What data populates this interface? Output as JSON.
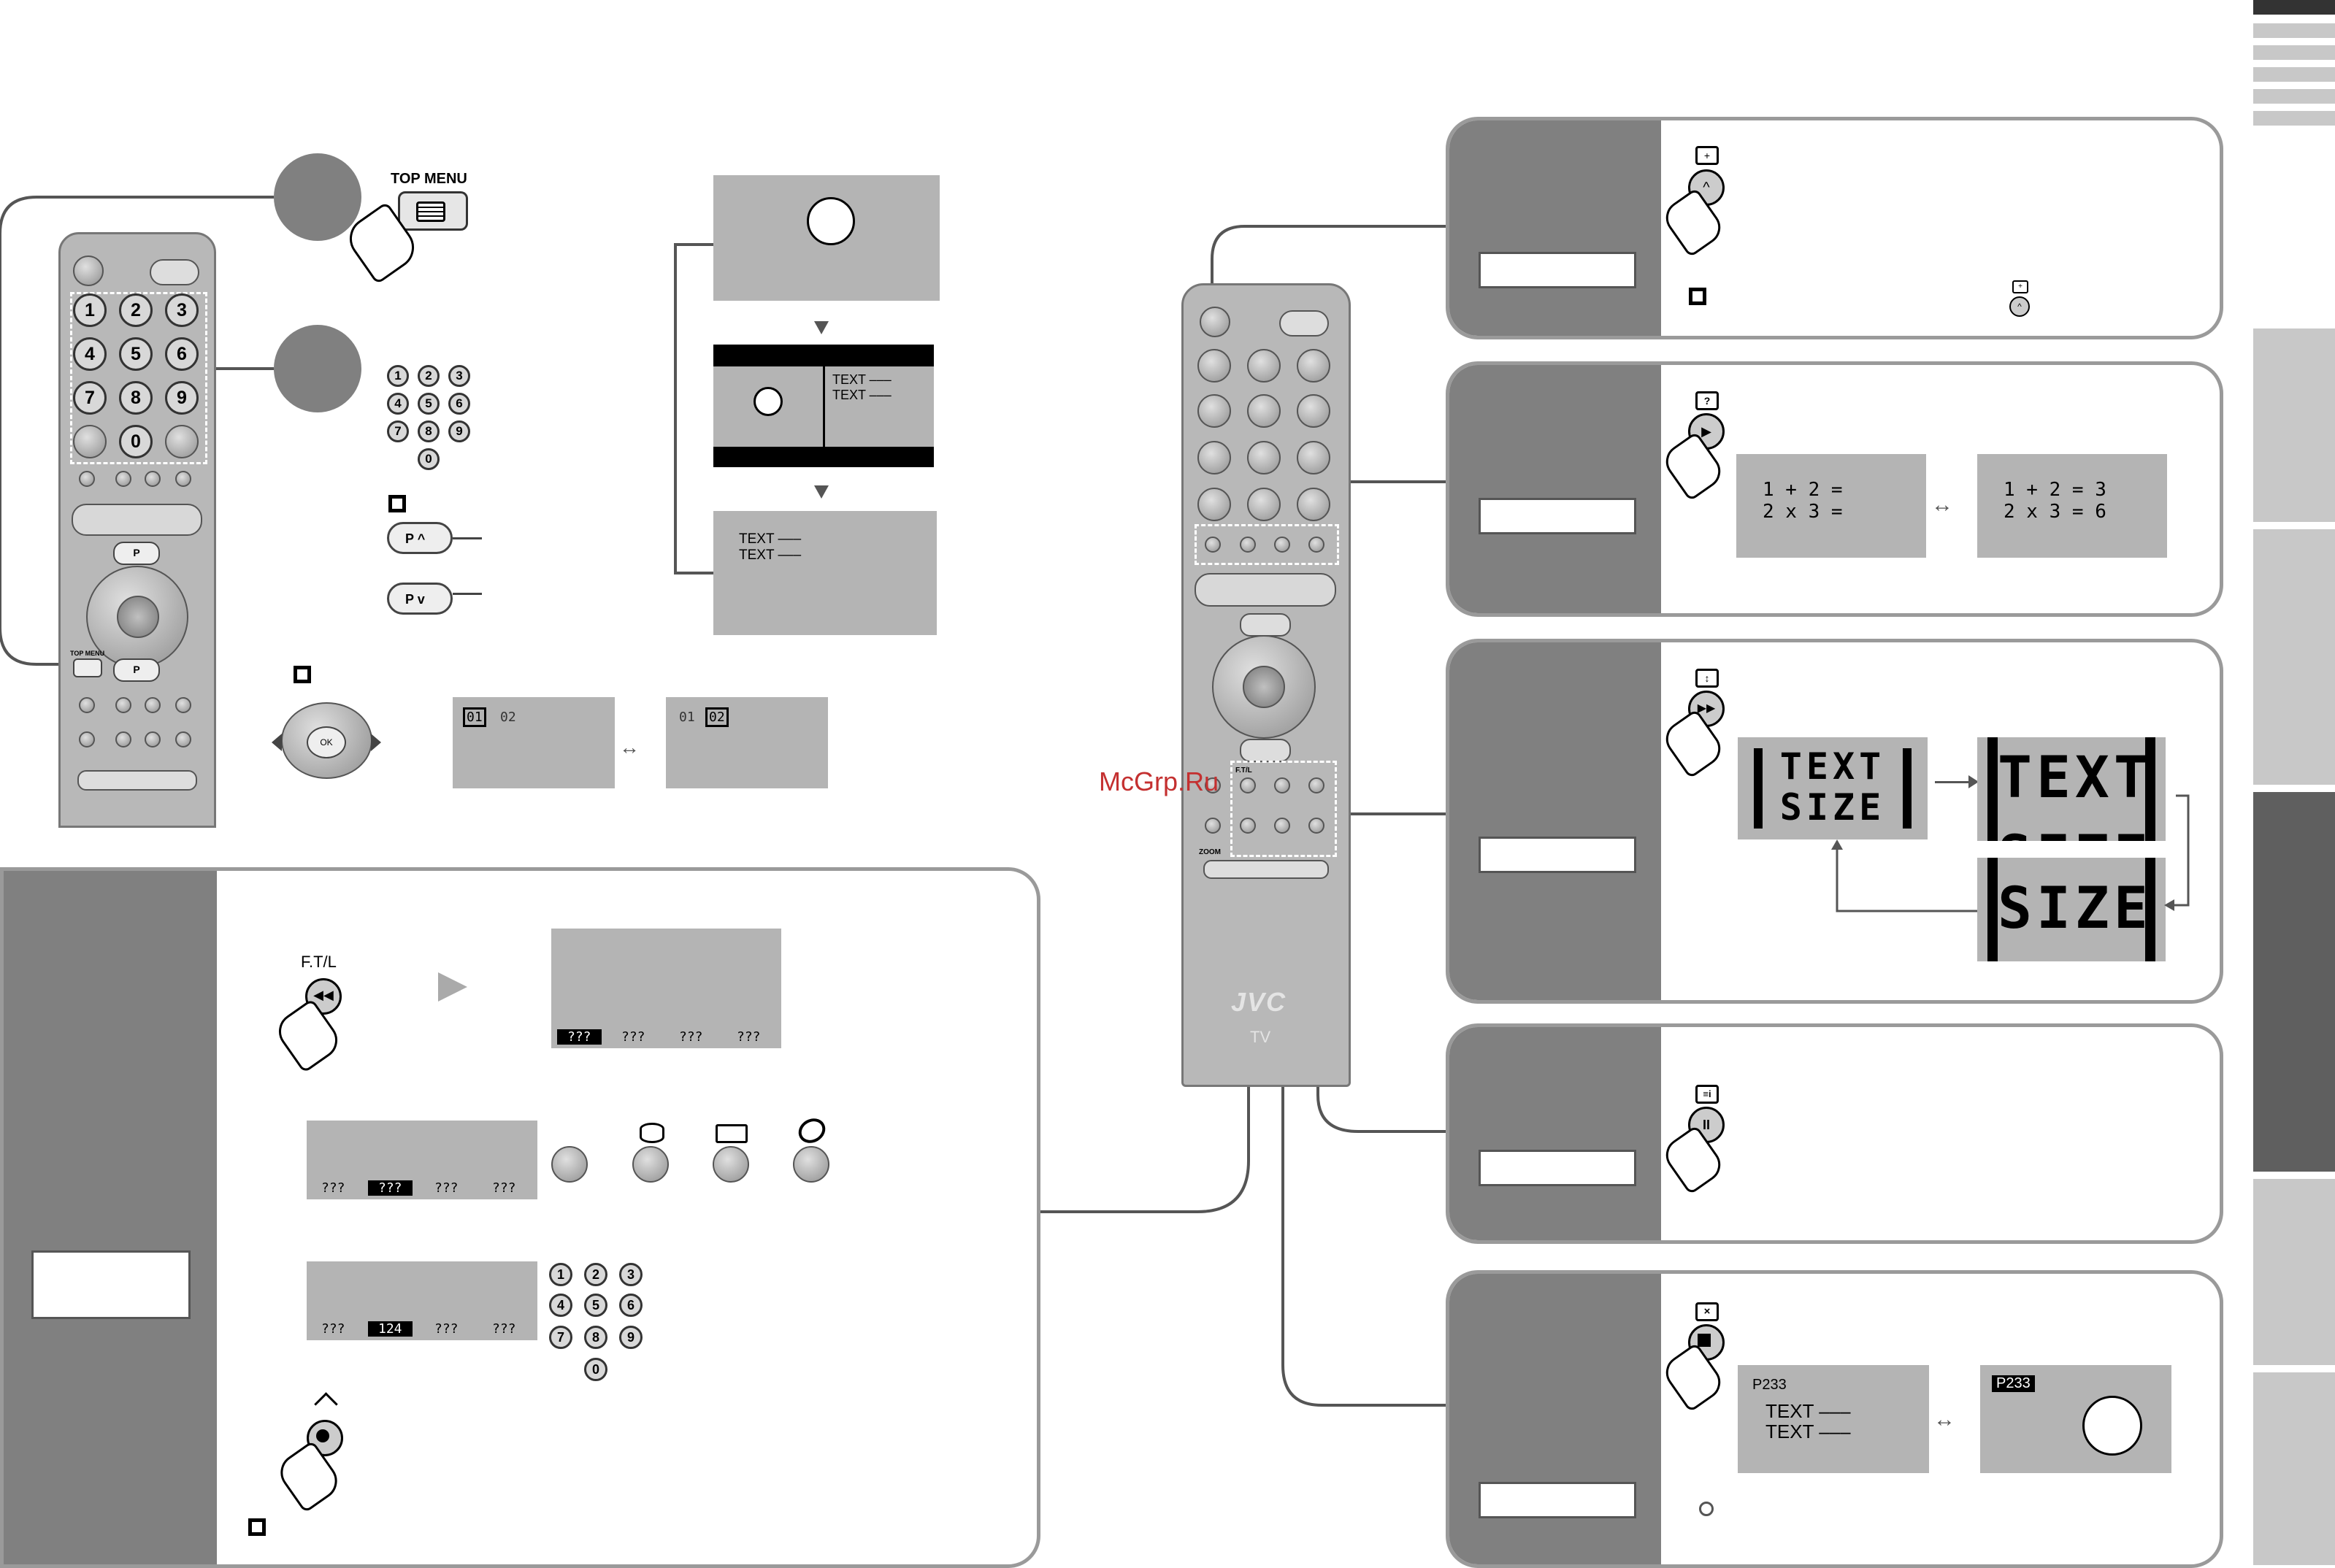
{
  "watermark": "McGrp.Ru",
  "top_menu_label": "TOP MENU",
  "ftl_label": "F.T/L",
  "zoom_label": "ZOOM",
  "remote_brand": "JVC",
  "remote_sub": "TV",
  "p_label": "P",
  "ok_label": "OK",
  "remote_numbers": [
    "1",
    "2",
    "3",
    "4",
    "5",
    "6",
    "7",
    "8",
    "9",
    "0"
  ],
  "screen_text": {
    "line1": "TEXT –––",
    "line2": "TEXT –––"
  },
  "page_selector": {
    "left": [
      "01",
      "02"
    ],
    "right": [
      "01",
      "02"
    ]
  },
  "ftl_screens": {
    "row1": [
      "???",
      "???",
      "???",
      "???"
    ],
    "row2": [
      "???",
      "???",
      "???",
      "???"
    ],
    "row3": [
      "???",
      "124",
      "???",
      "???"
    ]
  },
  "reveal": {
    "before": [
      "1 + 2 =",
      "2 x 3 ="
    ],
    "after": [
      "1 + 2 = 3",
      "2 x 3 = 6"
    ]
  },
  "text_size": {
    "line1": "TEXT",
    "line2": "SIZE"
  },
  "cancel": {
    "page": "P233"
  },
  "colors": {
    "panel_grey": "#808080",
    "screen_grey": "#b4b4b4",
    "tab_dark": "#5f5f5f",
    "tab_light": "#c8c8c8",
    "watermark": "#c43030"
  }
}
